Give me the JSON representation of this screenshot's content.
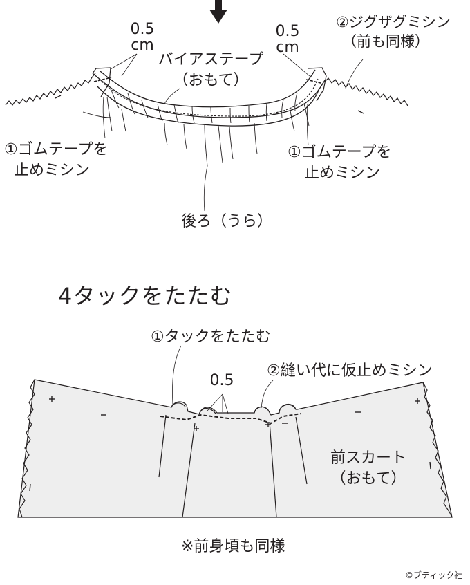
{
  "top": {
    "left_margin_value": "0.5",
    "left_margin_unit": "cm",
    "right_margin_value": "0.5",
    "right_margin_unit": "cm",
    "bias_tape": "バイアステープ",
    "bias_tape_side": "（おもて）",
    "zigzag_step": "②ジグザグミシン",
    "zigzag_note": "（前も同様）",
    "elastic_left_line1": "①ゴムテープを",
    "elastic_left_line2": "止めミシン",
    "elastic_right_line1": "①ゴムテープを",
    "elastic_right_line2": "止めミシン",
    "back_label": "後ろ（うら）"
  },
  "bottom": {
    "heading": "4タックをたたむ",
    "tuck_step": "①タックをたたむ",
    "measure": "0.5",
    "baste_step": "②縫い代に仮止めミシン",
    "front_skirt": "前スカート",
    "front_skirt_side": "（おもて）",
    "note": "※前身頃も同様"
  },
  "copyright": "©ブティック社",
  "colors": {
    "line": "#231f20",
    "fabric": "#eeeeee"
  }
}
